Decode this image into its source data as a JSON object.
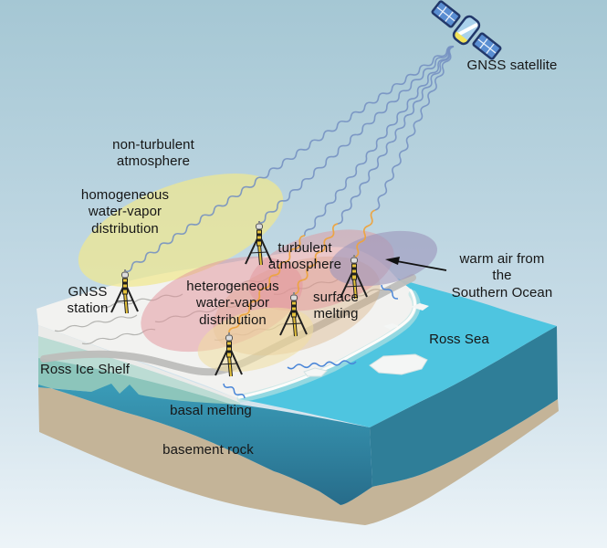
{
  "diagram": {
    "labels": {
      "gnss_satellite": "GNSS satellite",
      "non_turbulent_atmosphere": "non-turbulent\natmosphere",
      "homogeneous_water_vapor": "homogeneous\nwater-vapor\ndistribution",
      "gnss_station": "GNSS\nstation",
      "turbulent_atmosphere": "turbulent\natmosphere",
      "heterogeneous_water_vapor": "heterogeneous\nwater-vapor\ndistribution",
      "surface_melting": "surface\nmelting",
      "warm_air": "warm air from the\nSouthern Ocean",
      "ross_sea": "Ross Sea",
      "ross_ice_shelf": "Ross Ice Shelf",
      "basal_melting": "basal melting",
      "basement_rock": "basement rock"
    },
    "icons": {
      "satellite": "gnss-satellite-icon",
      "station": "gnss-station-tripod-icon",
      "arrow": "warm-air-arrow-icon"
    },
    "colors": {
      "sky_top": "#a5c7d4",
      "sky_mid": "#c9dde8",
      "sky_bottom": "#edf4f8",
      "signal_blue": "#7591c2",
      "signal_orange": "#eda33e",
      "ellipse_yellow": "#f0e78f",
      "ellipse_pink": "#e2929a",
      "ellipse_tan": "#d8a873",
      "ellipse_cream": "#f0dfa0",
      "ellipse_purple": "#9b94ba",
      "ice_surface": "#f2f2f0",
      "ice_contour": "#b4b4b1",
      "gray_band": "#bdbdba",
      "river_blue": "#4a86d8",
      "ice_front_white": "#eaebe9",
      "ice_front_light": "#bcdcd4",
      "ice_front_mid": "#8cc5bb",
      "sea_top": "#4ec5e0",
      "sea_front_top": "#3a9cb8",
      "sea_front_bottom": "#276c8a",
      "sea_side": "#2f7e98",
      "coast_shallow": "#b9e2e2",
      "coast_edge": "#fcfcfa",
      "iceberg": "#f4f6f5",
      "rock": "#c4b498",
      "tripod_yellow": "#e6c33c",
      "tripod_dark": "#1f1f1f",
      "tripod_dome": "#dcdcdc",
      "satellite_panel": "#5a8ed2",
      "satellite_outline": "#22386a",
      "satellite_body": "#aad2ec",
      "satellite_grid": "#e8f0fa",
      "satellite_tip": "#f3e35a",
      "arrow_color": "#111111",
      "text_color": "#161616"
    }
  }
}
